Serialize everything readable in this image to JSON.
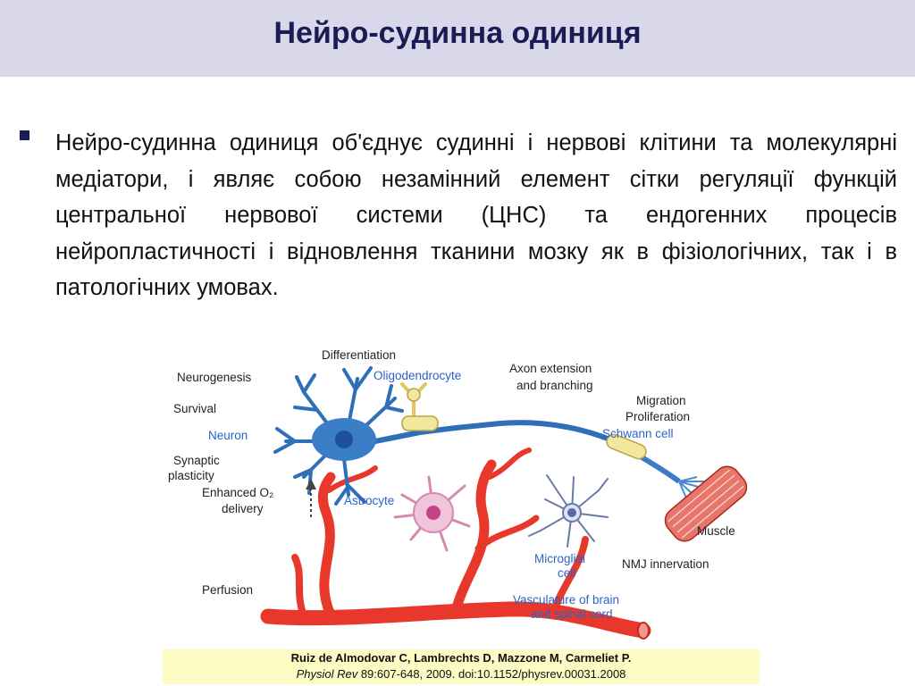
{
  "slide": {
    "title": "Нейро-судинна одиниця",
    "bullet_text": "Нейро-судинна одиниця об'єднує судинні і нервові клітини та молекулярні медіатори, і являє собою незамінний елемент  сітки регуляції функцій центральної нервової системи (ЦНС) та ендогенних процесів нейропластичності і відновлення тканини мозку як в фізіологічних, так і в патологічних умовах."
  },
  "diagram": {
    "labels": {
      "differentiation": "Differentiation",
      "neurogenesis": "Neurogenesis",
      "oligodendrocyte": "Oligodendrocyte",
      "axon_line1": "Axon extension",
      "axon_line2": "and branching",
      "survival": "Survival",
      "migration": "Migration",
      "proliferation": "Proliferation",
      "neuron": "Neuron",
      "schwann_cell": "Schwann cell",
      "synaptic1": "Synaptic",
      "synaptic2": "plasticity",
      "enhanced1": "Enhanced O₂",
      "enhanced2": "delivery",
      "astrocyte": "Astrocyte",
      "muscle": "Muscle",
      "microglial1": "Microglial",
      "microglial2": "cell",
      "nmj": "NMJ innervation",
      "perfusion": "Perfusion",
      "vasc1": "Vasculature of brain",
      "vasc2": "and spinal cord"
    },
    "colors": {
      "vessel": "#e8382c",
      "neuron": "#3a7ec8",
      "astrocyte": "#e8a8c8",
      "myelin": "#f2e79a",
      "blue_label": "#2a63c8"
    }
  },
  "citation": {
    "authors": "Ruiz de Almodovar C, Lambrechts D, Mazzone M, Carmeliet P.",
    "journal": "Physiol Rev",
    "details": " 89:607-648, 2009. doi:10.1152/physrev.00031.2008"
  }
}
